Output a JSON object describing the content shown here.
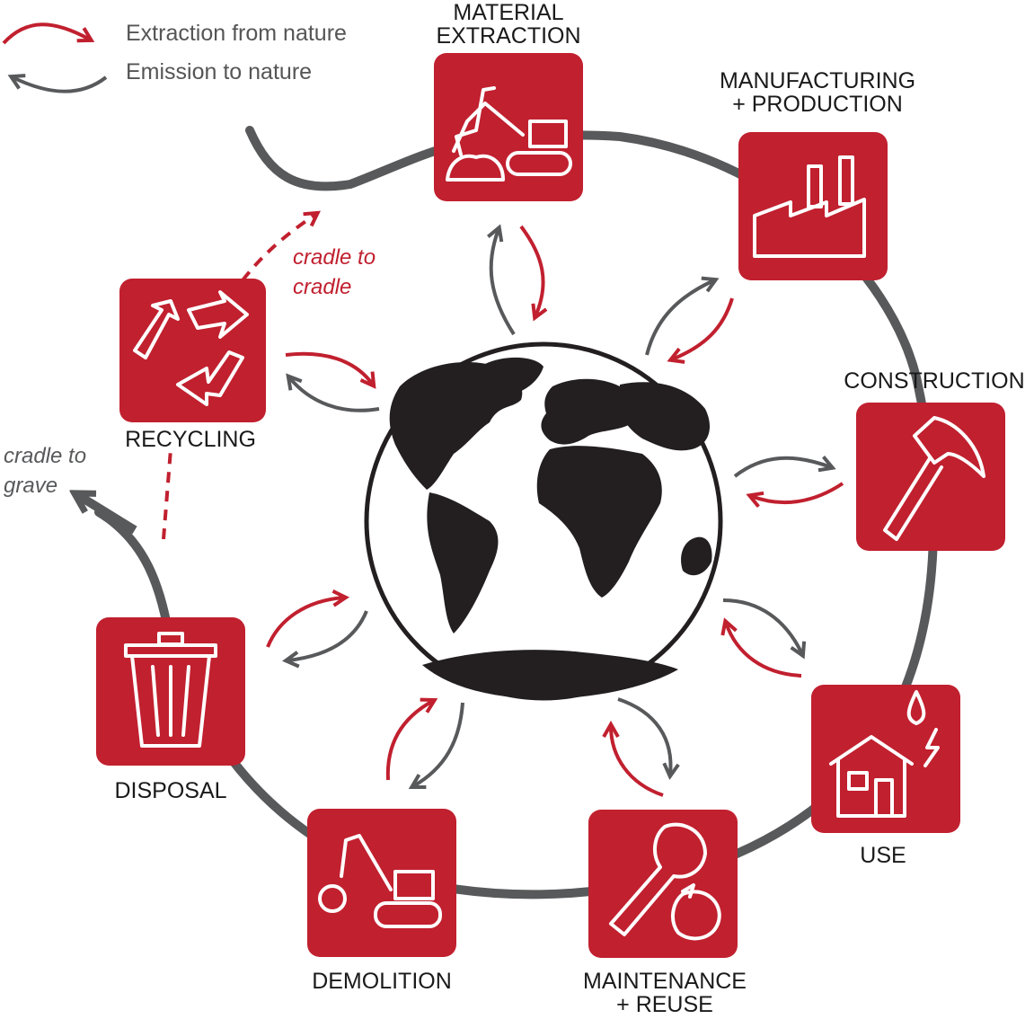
{
  "colors": {
    "red": "#c1202f",
    "grey": "#58595b",
    "black": "#231f20",
    "white": "#ffffff"
  },
  "legend": {
    "extraction_label": "Extraction from nature",
    "emission_label": "Emission to nature"
  },
  "stages": {
    "material_extraction": {
      "line1": "MATERIAL",
      "line2": "EXTRACTION",
      "icon": "excavator-icon"
    },
    "manufacturing": {
      "line1": "MANUFACTURING",
      "line2": "+ PRODUCTION",
      "icon": "factory-icon"
    },
    "construction": {
      "line1": "CONSTRUCTION",
      "icon": "hammer-icon"
    },
    "use": {
      "line1": "USE",
      "icon": "house-icon"
    },
    "maintenance": {
      "line1": "MAINTENANCE",
      "line2": "+ REUSE",
      "icon": "wrench-icon"
    },
    "demolition": {
      "line1": "DEMOLITION",
      "icon": "wrecking-ball-icon"
    },
    "disposal": {
      "line1": "DISPOSAL",
      "icon": "trash-can-icon"
    },
    "recycling": {
      "line1": "RECYCLING",
      "icon": "recycle-icon"
    }
  },
  "notes": {
    "cradle_to_cradle": {
      "line1": "cradle to",
      "line2": "cradle"
    },
    "cradle_to_grave": {
      "line1": "cradle to",
      "line2": "grave"
    }
  },
  "center": {
    "icon": "globe-icon"
  }
}
